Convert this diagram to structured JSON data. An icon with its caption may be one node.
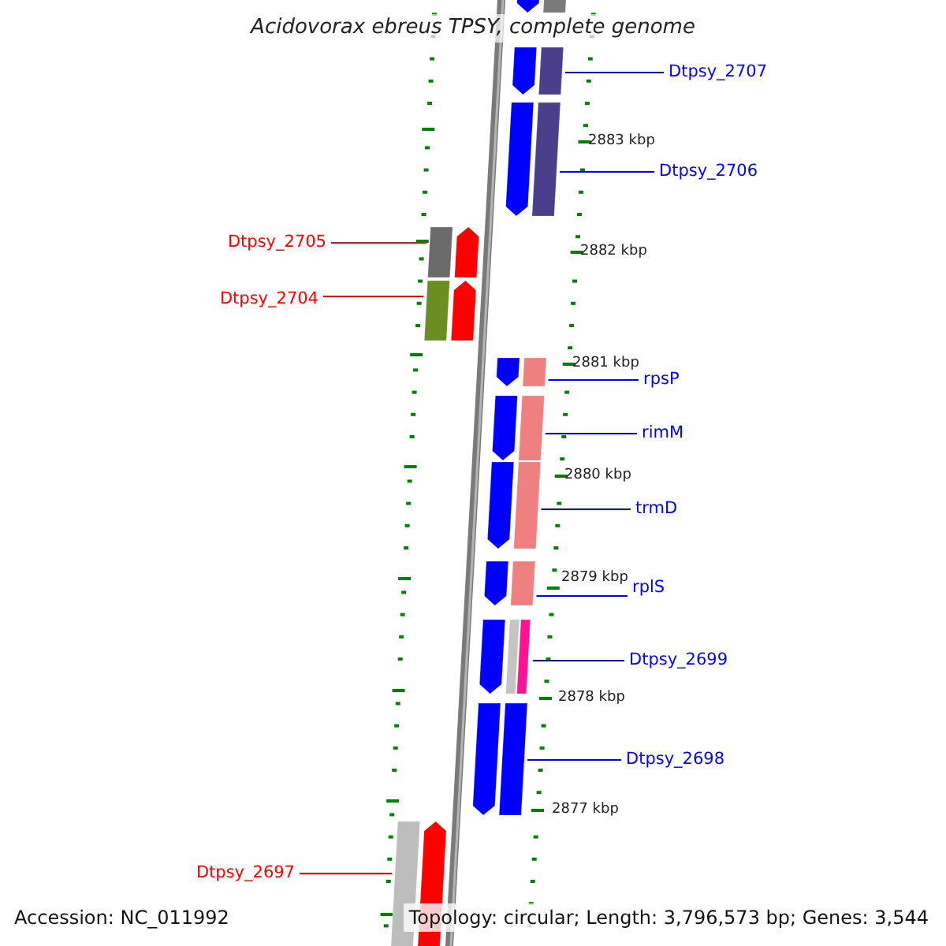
{
  "diagram": {
    "title": "Acidovorax ebreus TPSY, complete genome",
    "nodes": [
      {
        "text": [],
        "shape": "bar"
      },
      {
        "text": [
          "Dtpsy_2707"
        ]
      },
      {
        "text": [],
        "shape": "bar"
      },
      {
        "text": [
          "Dtpsy_2706"
        ]
      },
      {
        "text": [],
        "shape": "bar"
      },
      {
        "text": [
          "Dtpsy_2705"
        ]
      },
      {
        "text": [],
        "shape": "bar"
      },
      {
        "text": [
          "Dtpsy_2704"
        ]
      },
      {
        "text": [],
        "shape": "bar"
      },
      {
        "text": [
          "rpsP"
        ]
      },
      {
        "text": [],
        "shape": "bar"
      },
      {
        "text": [
          "rimM"
        ]
      },
      {
        "text": [],
        "shape": "bar"
      },
      {
        "text": [
          "trmD"
        ]
      },
      {
        "text": [],
        "shape": "bar"
      },
      {
        "text": [
          "rplS"
        ]
      },
      {
        "text": [],
        "shape": "bar"
      },
      {
        "text": [
          "Dtpsy_2699"
        ]
      },
      {
        "text": [],
        "shape": "bar"
      },
      {
        "text": [
          "Dtpsy_2698"
        ]
      },
      {
        "text": [],
        "shape": "bar"
      },
      {
        "text": [
          "Dtpsy_2697"
        ]
      },
      {
        "text": [],
        "shape": "bar"
      }
    ],
    "edges": [
      {
        "from": 1,
        "to": 2,
        "arrow": "none"
      },
      {
        "from": 3,
        "to": 4,
        "arrow": "none"
      },
      {
        "from": 5,
        "to": 6,
        "arrow": "none",
        "color": "#ff0000"
      },
      {
        "from": 7,
        "to": 8,
        "arrow": "none",
        "color": "#ff0000"
      },
      {
        "from": 9,
        "to": 10,
        "arrow": "none"
      },
      {
        "from": 11,
        "to": 12,
        "arrow": "none"
      },
      {
        "from": 13,
        "to": 14,
        "arrow": "none"
      },
      {
        "from": 15,
        "to": 16,
        "arrow": "none"
      },
      {
        "from": 17,
        "to": 18,
        "arrow": "none"
      },
      {
        "from": 19,
        "to": 20,
        "arrow": "none"
      },
      {
        "from": 21,
        "to": 22,
        "arrow": "none",
        "color": "#ff0000"
      }
    ],
    "labels": [
      "2883 kbp",
      "2882 kbp",
      "2881 kbp",
      "2880 kbp",
      "2879 kbp",
      "2878 kbp",
      "2877 kbp",
      "Accession: NC_011992",
      "Topology: circular; Length: 3,796,573 bp; Genes: 3,544"
    ]
  }
}
